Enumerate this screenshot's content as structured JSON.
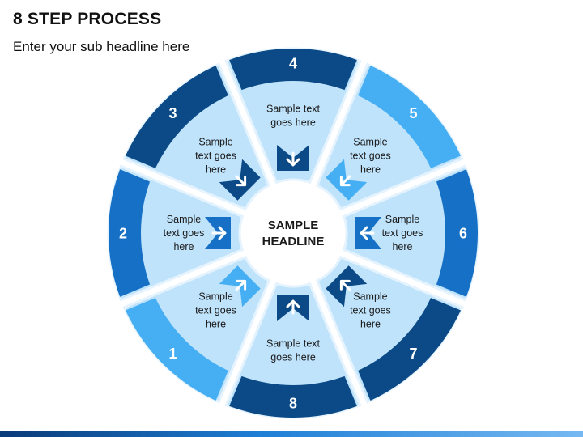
{
  "header": {
    "title": "8 STEP PROCESS",
    "subtitle": "Enter your sub headline here"
  },
  "center": {
    "lines": [
      "SAMPLE",
      "HEADLINE"
    ]
  },
  "colors": {
    "dark": "#0b4a86",
    "medium": "#1570c6",
    "light": "#46aef3",
    "wedge_fill": "#bfe3fb",
    "wedge_border": "#e4f3fd"
  },
  "steps": [
    {
      "number": "1",
      "text": [
        "Sample",
        "text goes",
        "here"
      ],
      "color": "light"
    },
    {
      "number": "2",
      "text": [
        "Sample",
        "text goes",
        "here"
      ],
      "color": "medium"
    },
    {
      "number": "3",
      "text": [
        "Sample",
        "text goes",
        "here"
      ],
      "color": "dark"
    },
    {
      "number": "4",
      "text": [
        "Sample text",
        "goes here"
      ],
      "color": "dark"
    },
    {
      "number": "5",
      "text": [
        "Sample",
        "text goes",
        "here"
      ],
      "color": "light"
    },
    {
      "number": "6",
      "text": [
        "Sample",
        "text goes",
        "here"
      ],
      "color": "medium"
    },
    {
      "number": "7",
      "text": [
        "Sample",
        "text goes",
        "here"
      ],
      "color": "dark"
    },
    {
      "number": "8",
      "text": [
        "Sample text",
        "goes here"
      ],
      "color": "dark"
    }
  ]
}
